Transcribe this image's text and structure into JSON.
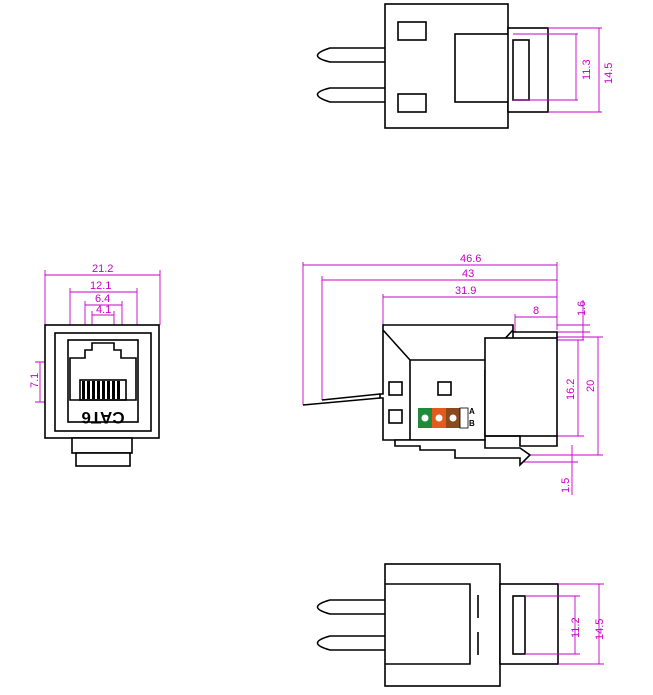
{
  "colors": {
    "outline": "#000000",
    "dimension": "#c800c8",
    "label_orange": "#e25a1c",
    "label_green": "#1f8a3a",
    "label_brown": "#8a4a1c"
  },
  "front_view": {
    "jack_label": "CAT6",
    "dim_width_overall": "21.2",
    "dim_width_12_1": "12.1",
    "dim_width_6_4": "6.4",
    "dim_width_4_1": "4.1",
    "dim_height_7_1": "7.1"
  },
  "top_view": {
    "dim_11_3": "11.3",
    "dim_14_5": "14.5"
  },
  "side_view": {
    "dim_46_6": "46.6",
    "dim_43": "43",
    "dim_31_9": "31.9",
    "dim_8": "8",
    "dim_1_6": "1.6",
    "dim_16_2": "16.2",
    "dim_20": "20",
    "dim_1_5": "1.5",
    "label_a": "A",
    "label_b": "B"
  },
  "bottom_view": {
    "dim_11_2": "11.2",
    "dim_14_5": "14.5"
  }
}
